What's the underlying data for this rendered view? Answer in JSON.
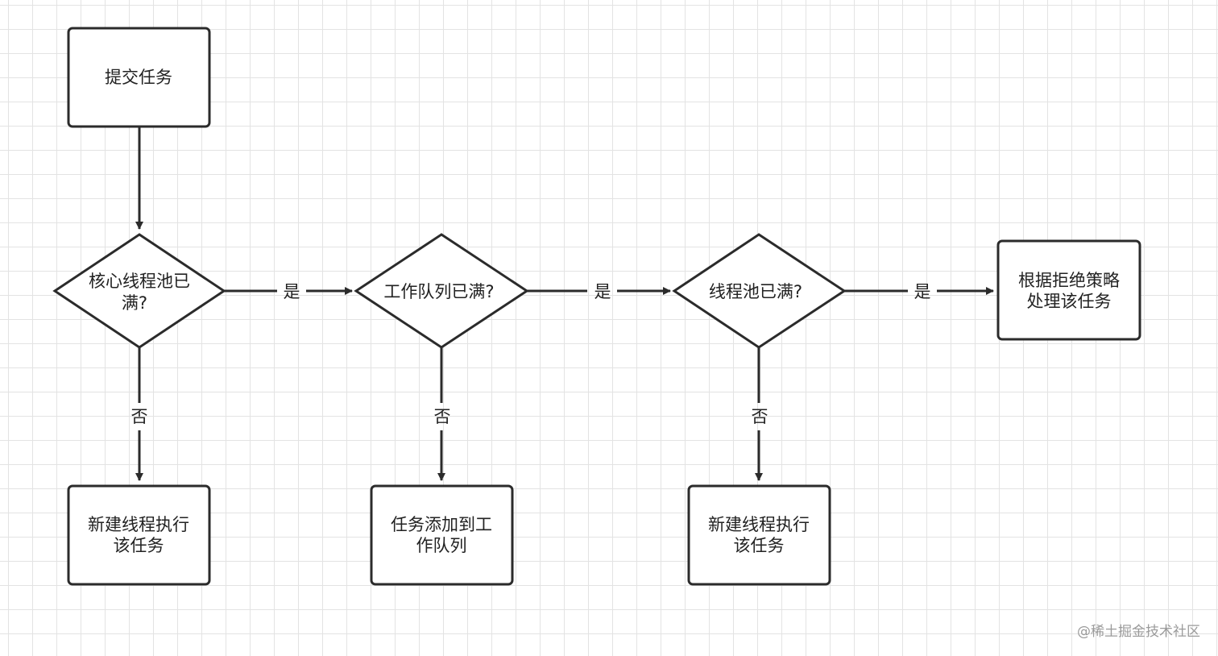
{
  "nodes": {
    "submit": "提交任务",
    "core_full": [
      "核心线程池已",
      "满?"
    ],
    "queue_full": "工作队列已满?",
    "pool_full": "线程池已满?",
    "reject": [
      "根据拒绝策略",
      "处理该任务"
    ],
    "new_thread_core": [
      "新建线程执行",
      "该任务"
    ],
    "add_queue": [
      "任务添加到工",
      "作队列"
    ],
    "new_thread_max": [
      "新建线程执行",
      "该任务"
    ]
  },
  "edges": {
    "yes_label": "是",
    "no_label": "否"
  },
  "colors": {
    "stroke": "#2b2b2b",
    "text": "#222222",
    "grid": "#e3e3e3"
  },
  "watermark": "@稀土掘金技术社区"
}
